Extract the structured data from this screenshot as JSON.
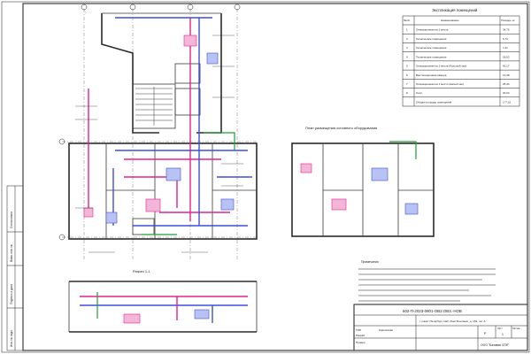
{
  "drawing": {
    "rooms_table": {
      "title": "Экспликация помещений",
      "col_no": "№п/п",
      "col_name": "Наименование",
      "col_area": "Площадь, м²",
      "rows": [
        {
          "no": "1",
          "name": "Операционная на 2 места",
          "area": "34,75"
        },
        {
          "no": "2",
          "name": "Технические помещения",
          "area": "5,74"
        },
        {
          "no": "3",
          "name": "Технические помещения",
          "area": "7,21"
        },
        {
          "no": "4",
          "name": "Технические помещения",
          "area": "18,02"
        },
        {
          "no": "5",
          "name": "Операционная на 2 места (большой зал)",
          "area": "63,17"
        },
        {
          "no": "6",
          "name": "Вентиляционная камера",
          "area": "12,38"
        },
        {
          "no": "7",
          "name": "Операционная на 1 место (малый зал)",
          "area": "25,34"
        },
        {
          "no": "8",
          "name": "Холл",
          "area": "20,04"
        },
        {
          "no": "",
          "name": "Общая площадь помещений",
          "area": "177,15"
        }
      ]
    },
    "plan_caption": "План размещения основного оборудования",
    "notes_heading": "Примечания",
    "section_caption": "Разрез 1-1",
    "title_block": {
      "code": "602-П-2023-0801-ОВ2.ОВ3.-НОВ",
      "address": "г. Санкт-Петербург, Наб. Реки Фонтанки, д. 154, лит А",
      "sheet_label": "Лист",
      "sheet_no": "1",
      "sheets_label": "Листов",
      "stage": "Р",
      "role_gip": "ГИП",
      "name_gip": "Красовская",
      "role_dev": "Разраб.",
      "role_check": "Провер.",
      "company": "ООО \"Базовая СПб\""
    },
    "side_stamps": [
      "Согласовано",
      "Взам. инв. №",
      "Подпись и дата",
      "Инв. № подл."
    ]
  },
  "colors": {
    "supply": "#e0248f",
    "exhaust": "#3d4fd8",
    "fresh_air": "#1f9e3a"
  }
}
